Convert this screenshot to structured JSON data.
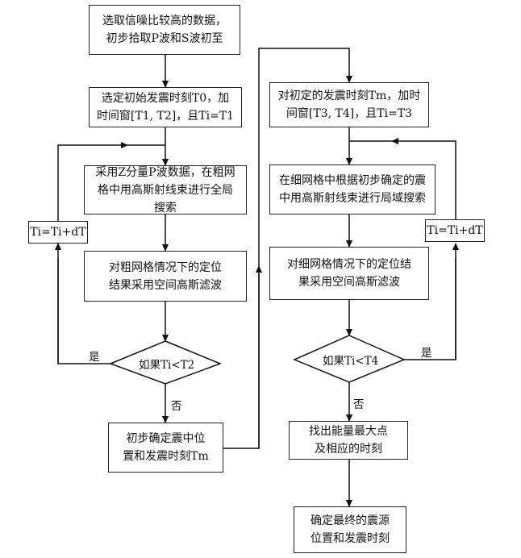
{
  "left_column": {
    "box1": "选取信噪比较高的数据，\n初步拾取P波和S波初至",
    "box2": "选定初始发震时刻T0，加\n时间窗[T1, T2]，且Ti=T1",
    "box3": "采用Z分量P波数据，在粗网\n格中用高斯射线束进行全局\n搜索",
    "box4": "对粗网格情况下的定位\n结果采用空间高斯滤波",
    "decision": "如果Ti<T2",
    "update": "Ti=Ti+dT",
    "yes": "是",
    "no": "否",
    "box5": "初步确定震中位\n置和发震时刻Tm"
  },
  "right_column": {
    "box1": "对初定的发震时刻Tm，加时\n间窗[T3, T4]，且Ti=T3",
    "box2": "在细网格中根据初步确定的震\n中用高斯射线束进行局域搜索",
    "box3": "对细网格情况下的定位结\n果采用空间高斯滤波",
    "decision": "如果Ti<T4",
    "update": "Ti=Ti+dT",
    "yes": "是",
    "no": "否",
    "box4": "找出能量最大点\n及相应的时刻",
    "box5": "确定最终的震源\n位置和发震时刻"
  }
}
